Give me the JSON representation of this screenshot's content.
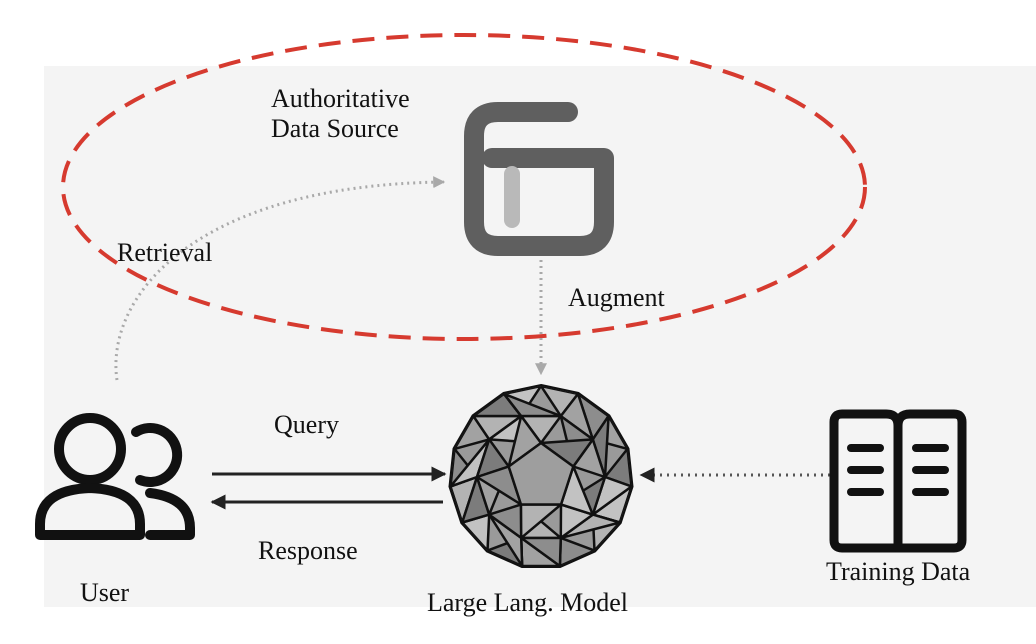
{
  "labels": {
    "source_line1": "Authoritative",
    "source_line2": "Data Source",
    "retrieval": "Retrieval",
    "augment": "Augment",
    "query": "Query",
    "response": "Response",
    "user": "User",
    "llm": "Large Lang. Model",
    "training": "Training Data"
  },
  "colors": {
    "highlight_ellipse": "#d63a2f",
    "dotted_arrow": "#a9a9a9",
    "solid_arrow": "#222222",
    "icon_dark": "#111111",
    "source_icon": "#5f5f5f",
    "llm_icon": "#8f8f8f"
  },
  "icons": {
    "source": "data-source-icon",
    "user": "users-icon",
    "llm": "polyhedron-icon",
    "training": "open-book-icon"
  }
}
